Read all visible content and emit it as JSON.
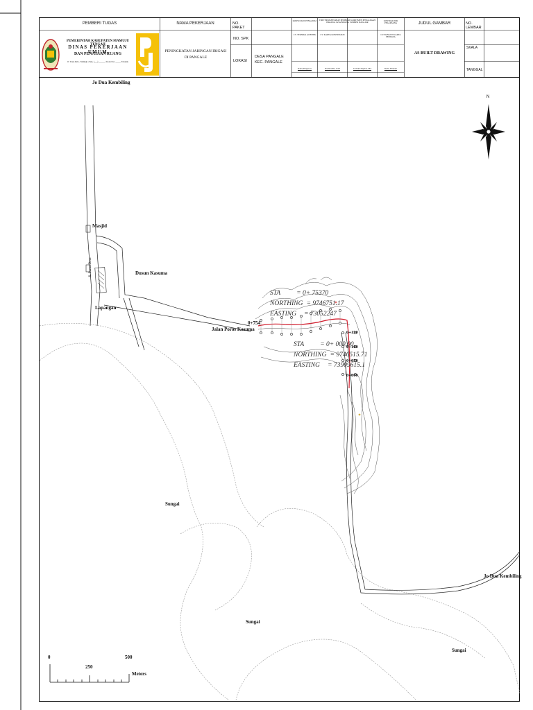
{
  "title_block": {
    "header_pemberi_tugas": "PEMBERI TUGAS",
    "header_nama_pekerjaan": "NAMA PEKERJAAN",
    "header_no_paket": "NO. PAKET",
    "header_judul_gambar": "JUDUL GAMBAR",
    "header_no_lembar": "NO. LEMBAR",
    "label_no_spk": "NO. SPK",
    "label_lokasi": "LOKASI",
    "lokasi_value_1": "DESA PANGALE",
    "lokasi_value_2": "KEC. PANGALE",
    "label_skala": "SKALA",
    "label_tanggal": "TANGGAL",
    "agency_line1": "PEMERINTAH KABUPATEN MAMUJU TENGAH",
    "agency_line2": "DINAS PEKERJAAN UMUM",
    "agency_line3": "DAN PENATAAN RUANG",
    "agency_address": "Jl. Trans Palu - Mamuju | Telp. (___) ______ | Kode Pos: _____ Tobadak",
    "project_line1": "PENINGKATAN JARINGAN IRIGASI",
    "project_line2": "DI PANGALE",
    "drawing_title": "AS BUILT DRAWING",
    "small_header_1": "KONSULTAN PENGAWAS",
    "small_header_2": "TIM TEKNIS/PEJABAT PEMBUAT KOMITMEN PENGADAAN BARANG JASA BIDANG SUMBER DAYA AIR",
    "small_header_3": "KONTRAKTOR PELAKSANA",
    "small_company_1": "CV. TEKNIKA ACHITEK",
    "small_company_2": "CV. KARYA KONSTRUKSI",
    "small_company_3": "CV. BANGUN KARYA PERSADA",
    "sign_1": "Nama Pengawas",
    "sign_2": "Nur Rasidin, S.ST",
    "sign_3": "Ir. Nama Pejabat, MT",
    "sign_4": "Nama Direktur"
  },
  "map": {
    "north_label": "N",
    "labels": {
      "road_top": "Jo Dua Kembiling",
      "masjid": "Masjid",
      "lapangan": "Lapangan",
      "dusun": "Dusun Kasuma",
      "jalan": "Jalan Poros Kasuma",
      "sungai_1": "Sungai",
      "sungai_2": "Sungai",
      "sungai_3": "Sungai",
      "road_right": "Jo Dua Kembiling",
      "road_side": "Jl. Poros Desa"
    },
    "coord_upper": {
      "sta": "STA",
      "sta_value": "= 0+ 75370",
      "northing": "NORTHING",
      "northing_value": "= 9746751.17",
      "easting": "EASTING",
      "easting_value": "= 73052247"
    },
    "coord_lower": {
      "sta": "STA",
      "sta_value": "= 0+ 000.00",
      "northing": "NORTHING",
      "northing_value": "= 9746515.71",
      "easting": "EASTING",
      "easting_value": "= 73909615.1"
    },
    "stations": {
      "start": "0+754",
      "s1": "0+150",
      "s2": "0+100",
      "s3": "0+050",
      "s4": "0+000"
    },
    "scale_bar": {
      "tick_0": "0",
      "tick_250": "250",
      "tick_500": "500",
      "unit": "Meters"
    }
  },
  "colors": {
    "line": "#111111",
    "contour": "#555555",
    "canal": "#d11a2a",
    "logo_yellow": "#f5c10a",
    "logo_red": "#c0282d",
    "logo_green": "#2f7d32"
  }
}
